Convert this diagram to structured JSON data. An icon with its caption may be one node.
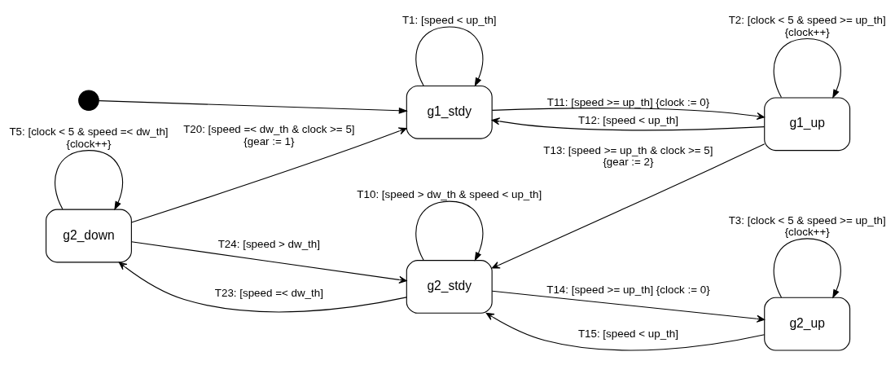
{
  "diagram": {
    "nodes": [
      {
        "text": [],
        "shape": "circle"
      },
      {
        "text": [
          "g1_stdy"
        ]
      },
      {
        "text": [
          "g1_up"
        ]
      },
      {
        "text": [
          "g2_down"
        ]
      },
      {
        "text": [
          "g2_stdy"
        ]
      },
      {
        "text": [
          "g2_up"
        ]
      }
    ],
    "edges": [
      {
        "from": 0,
        "to": 1,
        "arrow": "to"
      },
      {
        "from": 1,
        "to": 1,
        "arrow": "to",
        "label": "T1: [speed < up_th]"
      },
      {
        "from": 2,
        "to": 2,
        "arrow": "to",
        "label": "T2: [clock < 5 & speed >= up_th] {clock++}"
      },
      {
        "from": 1,
        "to": 2,
        "arrow": "to",
        "label": "T11: [speed >= up_th] {clock := 0}"
      },
      {
        "from": 2,
        "to": 1,
        "arrow": "to",
        "label": "T12: [speed < up_th]"
      },
      {
        "from": 3,
        "to": 1,
        "arrow": "to",
        "label": "T20: [speed =< dw_th & clock >= 5] {gear := 1}"
      },
      {
        "from": 2,
        "to": 4,
        "arrow": "to",
        "label": "T13: [speed >= up_th & clock >= 5] {gear := 2}"
      },
      {
        "from": 3,
        "to": 4,
        "arrow": "to",
        "label": "T24: [speed > dw_th]"
      },
      {
        "from": 4,
        "to": 3,
        "arrow": "to",
        "label": "T23: [speed =< dw_th]"
      },
      {
        "from": 4,
        "to": 5,
        "arrow": "to",
        "label": "T14: [speed >= up_th] {clock := 0}"
      },
      {
        "from": 5,
        "to": 4,
        "arrow": "to",
        "label": "T15: [speed < up_th]"
      },
      {
        "from": 3,
        "to": 3,
        "arrow": "to",
        "label": "T5: [clock < 5 & speed =< dw_th] {clock++}"
      },
      {
        "from": 4,
        "to": 4,
        "arrow": "to",
        "label": "T10: [speed > dw_th & speed < up_th]"
      },
      {
        "from": 5,
        "to": 5,
        "arrow": "to",
        "label": "T3: [clock < 5 & speed >= up_th] {clock++}"
      }
    ]
  }
}
